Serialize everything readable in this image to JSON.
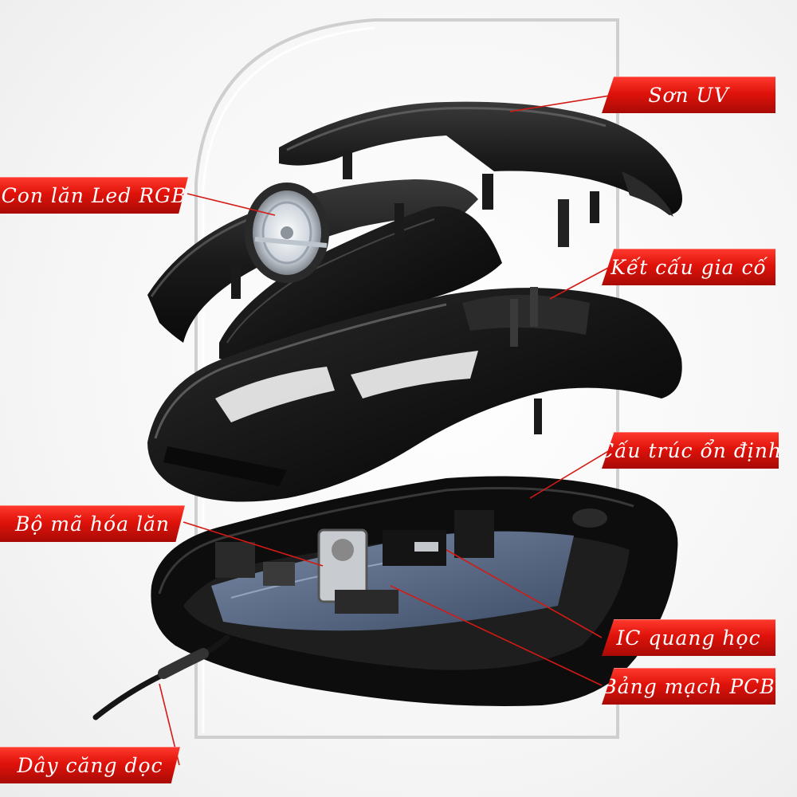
{
  "labels": {
    "son_uv": "Sơn UV",
    "con_lan": "Con lăn Led RGB",
    "ket_cau": "Kết cấu gia cố",
    "cau_truc": "Cấu trúc ổn định",
    "bo_ma_hoa": "Bộ mã hóa lăn",
    "ic_quang": "IC quang học",
    "bang_mach": "Bảng mạch PCB",
    "day_cang": "Dây căng dọc"
  },
  "colors": {
    "label_red": "#e0130b",
    "shell_black": "#141414",
    "pcb_blue": "#5b6f8f",
    "leader_line": "#d31a14",
    "frame_line": "#c9c9c9"
  }
}
